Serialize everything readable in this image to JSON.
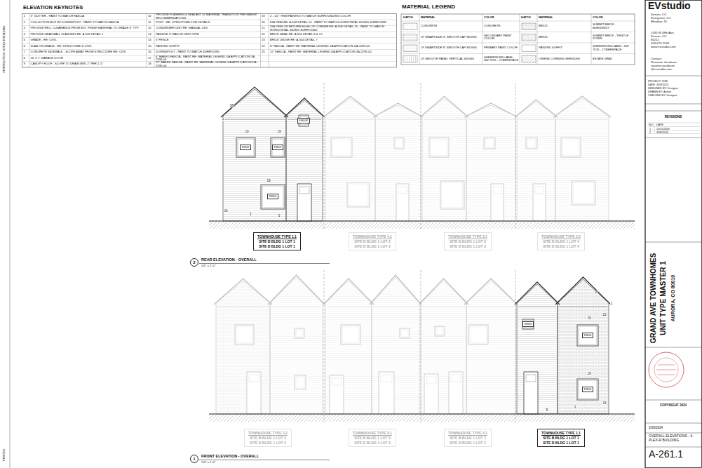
{
  "diagram": {
    "nodes": [
      {
        "text": [
          "FW06"
        ]
      },
      {
        "text": [
          "FW02"
        ]
      },
      {
        "text": [
          "FW03P"
        ]
      },
      {
        "text": [
          "FW04"
        ]
      },
      {
        "text": [
          "TOWNHOUSE TYPE 1.1",
          "SITE B BLDG 1 LOT 1",
          "SITE D BLDG 1 LOT 1"
        ]
      },
      {
        "text": [
          "TOWNHOUSE TYPE 4.1",
          "SITE B BLDG 1 LOT 2",
          "SITE D BLDG 1 LOT 2"
        ]
      },
      {
        "text": [
          "TOWNHOUSE TYPE 3.1",
          "SITE B BLDG 1 LOT 3",
          "SITE D BLDG 1 LOT 3"
        ]
      },
      {
        "text": [
          "TOWNHOUSE TYPE 2.2",
          "SITE B BLDG 1 LOT 4",
          "SITE D BLDG 1 LOT 4"
        ]
      },
      {
        "text": [
          "2"
        ]
      },
      {
        "text": [
          "SW05"
        ]
      },
      {
        "text": [
          "FW04"
        ]
      },
      {
        "text": [
          "FW04"
        ]
      },
      {
        "text": [
          "TOWNHOUSE TYPE 2.2",
          "SITE B BLDG 1 LOT 4",
          "SITE D BLDG 1 LOT 4"
        ]
      },
      {
        "text": [
          "TOWNHOUSE TYPE 3.1",
          "SITE B BLDG 1 LOT 3",
          "SITE D BLDG 1 LOT 3"
        ]
      },
      {
        "text": [
          "TOWNHOUSE TYPE 4.1",
          "SITE B BLDG 1 LOT 2",
          "SITE D BLDG 1 LOT 2"
        ]
      },
      {
        "text": [
          "TOWNHOUSE TYPE 1.1",
          "SITE B BLDG 1 LOT 1",
          "SITE D BLDG 1 LOT 1"
        ]
      },
      {
        "text": [
          "1"
        ]
      }
    ],
    "labels": [
      "ELEVATION KEYNOTES",
      "1",
      "5\" GUTTER - PAINT TO MATCH FASCIA",
      "2",
      "COLLECTION BOX W/ DOWNSPOUT - PAINT TO MATCH FASCIA",
      "3",
      "PROVIDE REQ. CLEARANCE FROM EXT. FINISH MATERIAL TO GRADE 6\" TYP.",
      "4",
      "PROVIDE HEADWALL FLASHING RE: A-505 DETAIL 1",
      "5",
      "GRADE - RE: CIVIL",
      "6",
      "SLAB ON GRADE - RE: STRUCTURE & CIVIL",
      "7",
      "CONCRETE SIDEWALK - SLOPE AWAY FROM STRUCTURE RE: CIVIL",
      "8",
      "16' X 7' GARAGE DOOR",
      "9",
      "CANOPY ROOF - SLOPE TO DRAIN MIN. 2\" PER 1'-0\"",
      "10",
      "PROVIDE FLASHING & SEALANT @ MATERIAL TRANSITION PER MANUF. RECOMMENDATIONS",
      "11",
      "POST - RE: STRUCTURE FOR DETAILS",
      "12",
      "CONDENSER UNIT RE: MANUAL J/D5",
      "13",
      "PASSIVE 3\" RADON VENT PIPE",
      "14",
      "6' FENCE",
      "15",
      "PAINTED SOFFIT",
      "16",
      "DOWNSPOUT - PAINT TO MATCH SURROUND",
      "17",
      "8\" RAKED FASCIA - PAINT RE: MATERIAL LEGEND DA APPLICATION DA-2295-00",
      "18",
      "12\" RAKED FASCIA - PAINT RE: MATERIAL LEGEND DA APPLICATION DA-2295-00",
      "19",
      "2 - 1/2\" TRIM PAINTED TO MATCH SURROUNDING COLOR",
      "20",
      "DIA TRIM RE: A-508 DETAIL 15 - PAINT TO MATCH HORIZONTAL SIDING SURROUND",
      "21",
      "DIA TRIM ON RETURN EDGE OF CORNER RE: A-508 DETAIL 15 - PAINT TO MATCH HORIZONTAL SIDING SURROUND",
      "22",
      "BRICK HEAD RE: A-504 DETAIL 8 & 10",
      "23",
      "BRICK LEDGE RE: A-504 DETAIL 7",
      "24",
      "8\" FASCIA - PAINT RE: MATERIAL LEGEND DA APPLICATION DA-2295-00",
      "25",
      "12\" FASCIA - PAINT RE: MATERIAL LEGEND DA APPLICATION DA-2295-00",
      "MATERIAL LEGEND",
      "HATCH",
      "MATERIAL",
      "COLOR",
      "HATCH",
      "MATERIAL",
      "COLOR",
      "CONCRETE",
      "SECONDARY PAINT COLOR",
      "PRIMARY PAINT COLOR",
      "SHERWIN WILLIAMS - SW 7076 - CYBERSPACE",
      "SUMMIT BRICK - BURGUNDY",
      "SUMMIT BRICK - THISTLE DOWN",
      "SHERWIN WILLIAMS - SW 7076 - CYBERSPACE",
      "ESTATE GRAY",
      "EVstudio",
      "Denver, CO",
      "Evergreen, CO",
      "Meridian, ID",
      "5335 W 48th Ave.",
      "Denver, CO",
      "80212",
      "303.670.7242",
      "www.evstudio.com",
      "Contact:",
      "Roxanne Jacobson",
      "roxanne.jacobson",
      "@evstudio.com",
      "PROJECT: 2708",
      "DATE: 3/28/2024",
      "DESIGNED BY: Designer",
      "DRAWN BY: Author",
      "CHECKED BY: Designer",
      "REVISIONS",
      "NO.",
      "DATE",
      "1",
      "11/15/2023",
      "2",
      "3/28/2024",
      "GRAND AVE TOWNHOMES",
      "UNIT TYPE MASTER 1",
      "AURORA, CO 80010",
      "COPYRIGHT 2024",
      "3/28/2024",
      "OVERALL ELEVATIONS - 4-PLEX-R BUILDING",
      "A-261.1",
      "PRINTED FROM: 4-PLEX-R BUILDING",
      "PRINTED:",
      "REAR ELEVATION - OVERALL",
      "1/4\" = 1'-0\"",
      "FRONT ELEVATION - OVERALL",
      "1/4\" = 1'-0\"",
      "18",
      "1",
      "19",
      "19",
      "19",
      "16",
      "3",
      "5",
      "18",
      "1",
      "22",
      "19",
      "19",
      "16",
      "3",
      "5"
    ],
    "legend": [
      {
        "text": "CONCRETE"
      },
      {
        "text": "LP SMARTSIDE 4\" SMOOTH LAP SIDING"
      },
      {
        "text": "LP SMARTSIDE 8\" SMOOTH LAP SIDING"
      },
      {
        "text": "LP SMOOTH PANEL VERTICAL SIDING"
      },
      {
        "text": "BRICK"
      },
      {
        "text": "BRICK"
      },
      {
        "text": "PAINTED SOFFIT"
      },
      {
        "text": "OWENS CORNING SHINGLES"
      }
    ]
  }
}
